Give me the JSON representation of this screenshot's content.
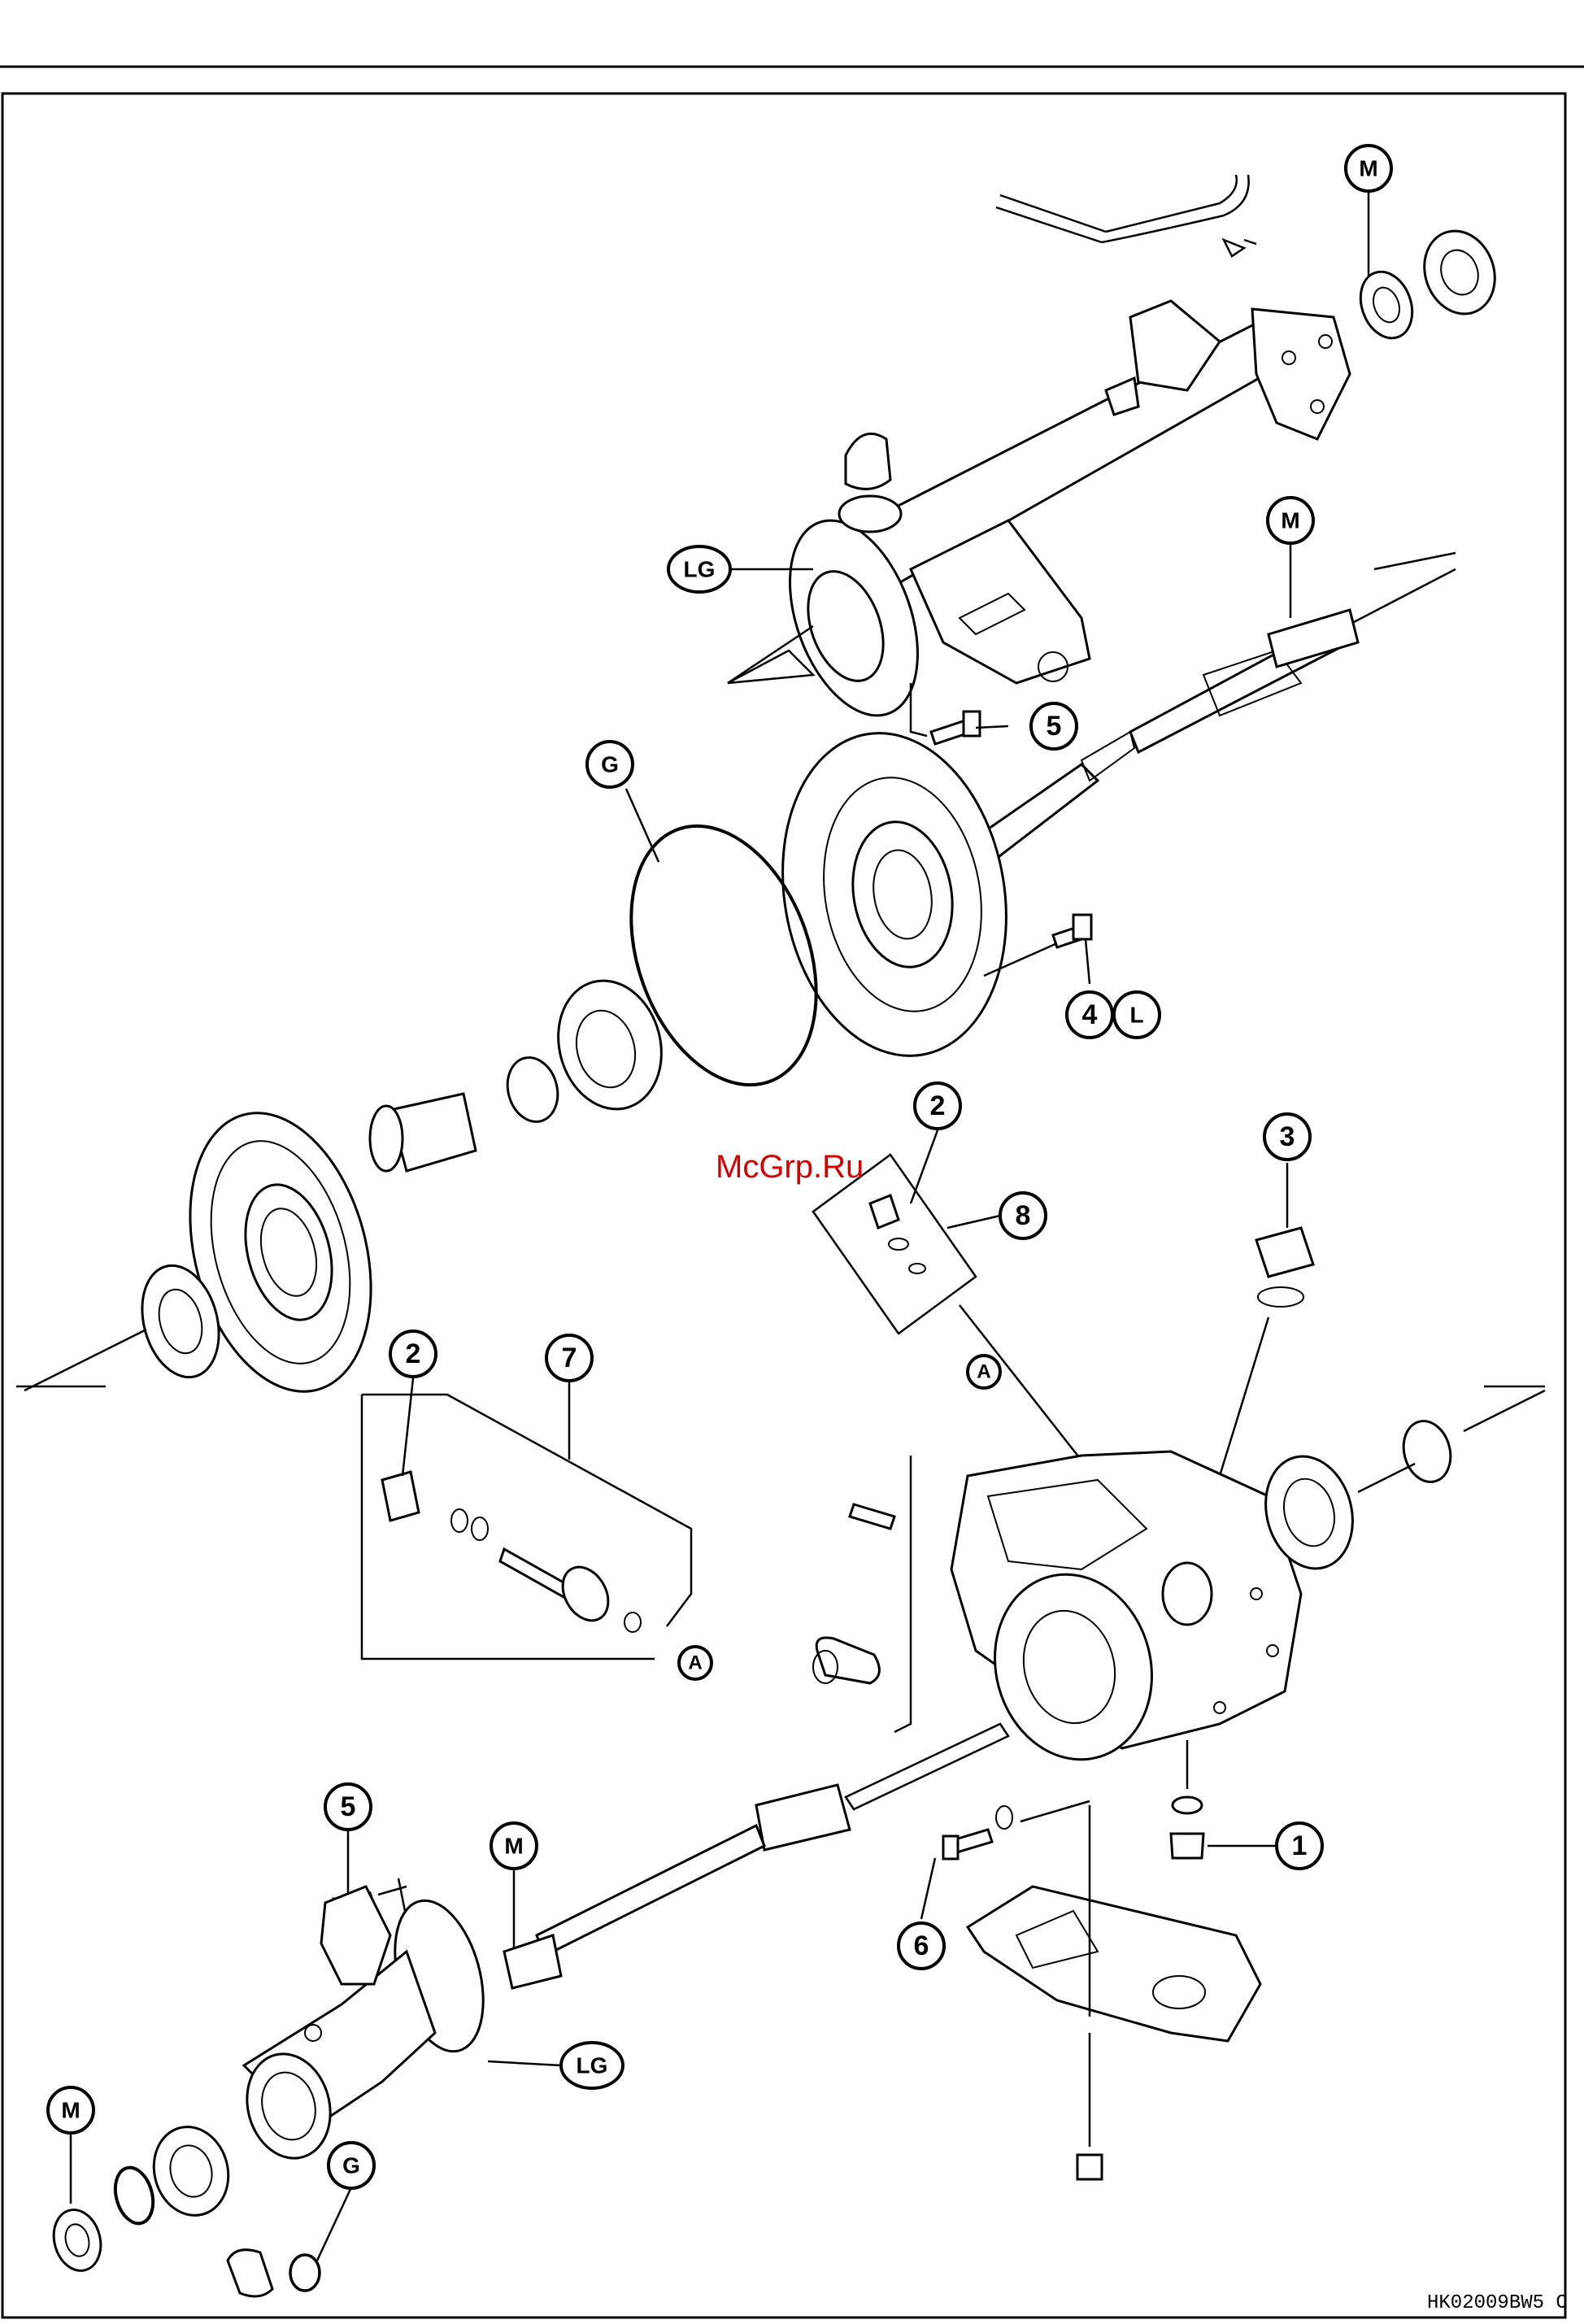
{
  "watermark": "McGrp.Ru",
  "figure_code": "HK02009BW5  C",
  "callouts": {
    "m_top": "M",
    "lg_top": "LG",
    "m_shaft_top": "M",
    "n5_top": "5",
    "g_top": "G",
    "n4": "4",
    "l": "L",
    "n2_top": "2",
    "n8": "8",
    "n3": "3",
    "a_mid": "A",
    "n2_left": "2",
    "n7": "7",
    "a_left": "A",
    "n5_bottom": "5",
    "m_shaft_bottom": "M",
    "n1": "1",
    "n6": "6",
    "lg_bottom": "LG",
    "m_bottom": "M",
    "g_bottom": "G"
  }
}
